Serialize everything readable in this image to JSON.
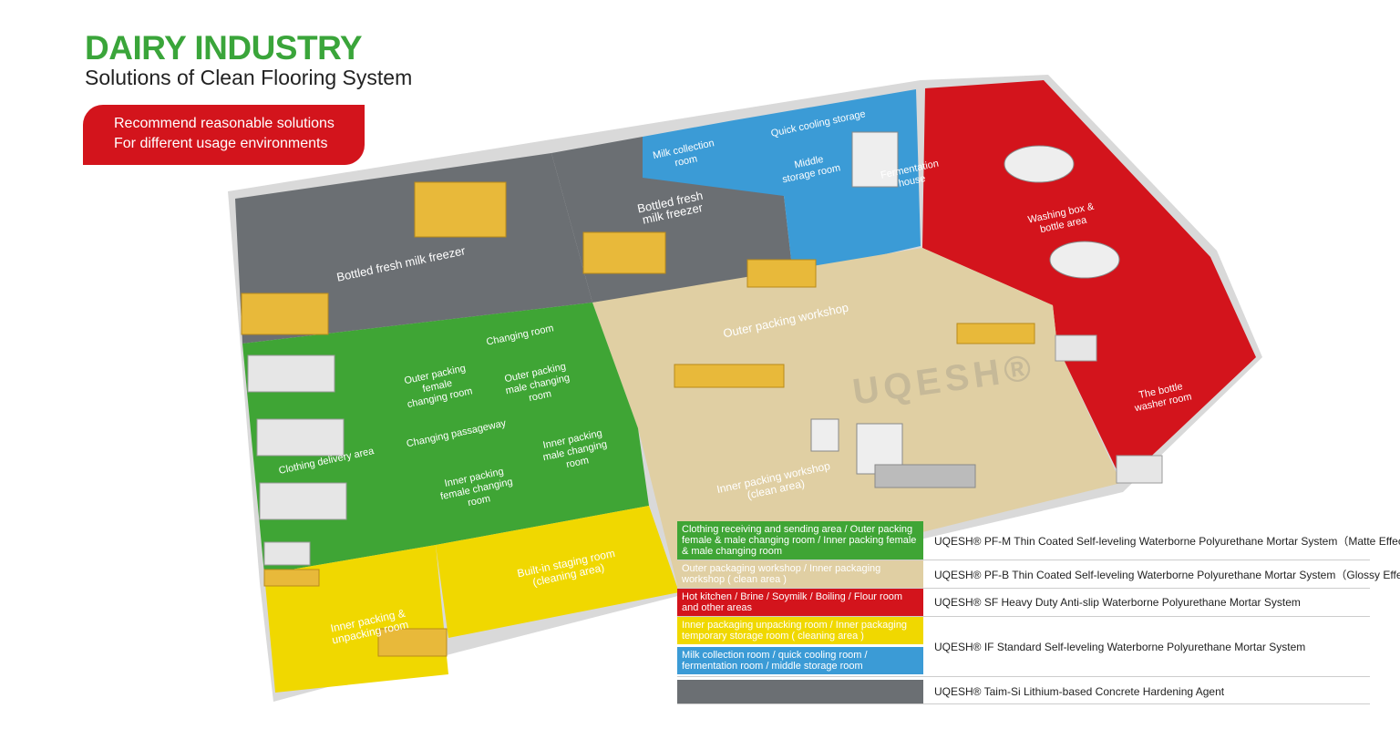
{
  "header": {
    "title": "DAIRY INDUSTRY",
    "subtitle": "Solutions of Clean Flooring System",
    "badge_line1": "Recommend reasonable solutions",
    "badge_line2": "For different usage environments"
  },
  "colors": {
    "green": "#3fa535",
    "beige": "#e0cfa3",
    "red": "#d3141c",
    "yellow": "#f0d800",
    "blue": "#3b9bd6",
    "gray": "#6b6f73",
    "title_green": "#3aa53a"
  },
  "rooms": {
    "freezer": "Bottled fresh milk freezer",
    "fresh_milk": "Bottled fresh milk freezer",
    "milk_collection": "Milk collection room",
    "quick_cooling": "Quick cooling storage",
    "middle_storage": "Middle storage room",
    "fermentation": "Fermentation house",
    "washing_box": "Washing box & bottle area",
    "outer_packing": "Outer packing workshop",
    "bottle_washer": "The bottle washer room",
    "changing_room": "Changing room",
    "outer_female": "Outer packing female changing room",
    "outer_male": "Outer packing male changing room",
    "passageway": "Changing passageway",
    "clothing_delivery": "Clothing delivery area",
    "inner_female": "Inner packing female changing room",
    "inner_male": "Inner packing male changing room",
    "inner_workshop": "Inner packing workshop (clean area)",
    "staging": "Built-in staging room (cleaning area)",
    "inner_unpacking": "Inner packing & unpacking room"
  },
  "rooms_display": {
    "fresh_milk_a": "Bottled fresh",
    "fresh_milk_b": "milk freezer"
  },
  "watermark": "UQESH®",
  "legend": [
    {
      "areas": "Clothing receiving and sending area / Outer packing female & male changing room / Inner packing female & male changing room",
      "product": "UQESH® PF-M   Thin Coated Self-leveling Waterborne Polyurethane Mortar System（Matte Effect）"
    },
    {
      "areas": "Outer packaging workshop / Inner packaging workshop ( clean area )",
      "product": "UQESH® PF-B   Thin Coated Self-leveling Waterborne Polyurethane Mortar System（Glossy Effect）"
    },
    {
      "areas": "Hot kitchen / Brine / Soymilk / Boiling / Flour room and other areas",
      "product": "UQESH® SF  Heavy Duty Anti-slip  Waterborne Polyurethane Mortar System"
    },
    {
      "areas": "Inner packaging unpacking room / Inner packaging temporary storage room ( cleaning area )",
      "product": "UQESH® IF  Standard Self-leveling Waterborne Polyurethane Mortar System"
    },
    {
      "areas": "Milk collection room / quick cooling room / fermentation room / middle storage room",
      "product": ""
    },
    {
      "areas": "",
      "product": "UQESH® Taim-Si Lithium-based Concrete Hardening Agent"
    }
  ]
}
